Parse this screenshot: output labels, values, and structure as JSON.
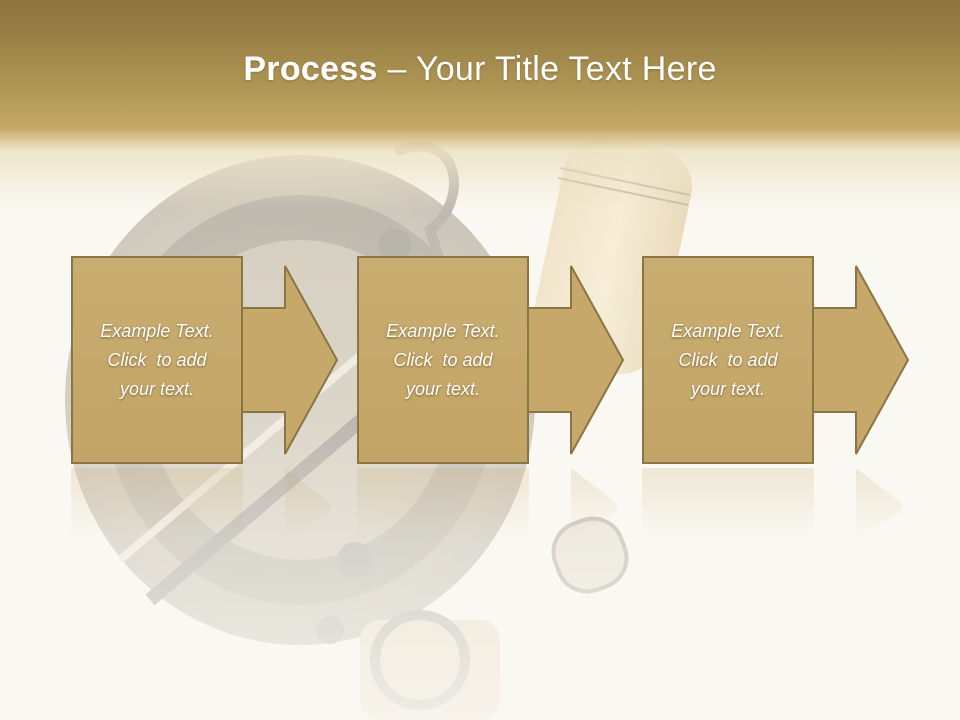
{
  "slide": {
    "title_bold": "Process",
    "title_rest": " – Your Title Text Here"
  },
  "steps": [
    {
      "line1": "Example Text.",
      "line2": "Click  to add",
      "line3": "your text."
    },
    {
      "line1": "Example Text.",
      "line2": "Click  to add",
      "line3": "your text."
    },
    {
      "line1": "Example Text.",
      "line2": "Click  to add",
      "line3": "your text."
    }
  ],
  "colors": {
    "header": "#9c8347",
    "box_fill": "#c5a86a",
    "box_border": "#8a7545",
    "text": "#ffffff"
  },
  "icons": [
    "fishing-reel-photo",
    "right-arrow-icon"
  ]
}
